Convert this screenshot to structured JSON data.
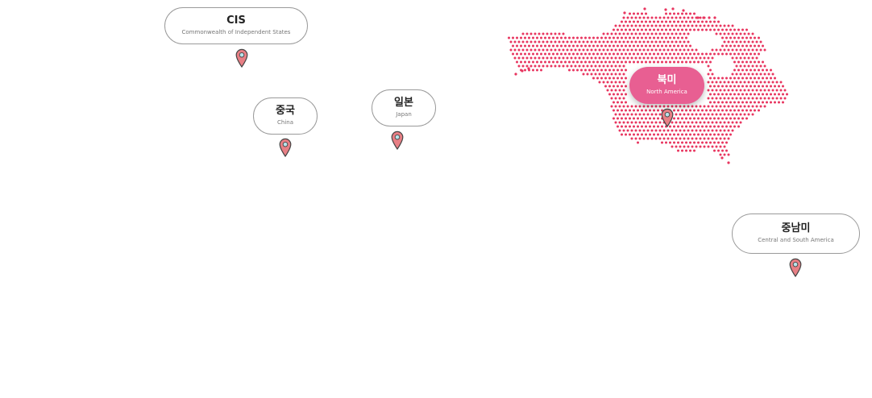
{
  "accent_color": "#e8355f",
  "pin_fill": "#e87f85",
  "pin_stroke": "#444444",
  "pin_center": "#b9e3ea",
  "active_bubble_color": "#e85f92",
  "regions": {
    "cis": {
      "name_ko": "CIS",
      "name_en": "Commonwealth of Independent States",
      "icon": "map-pin-icon"
    },
    "china": {
      "name_ko": "중국",
      "name_en": "China",
      "icon": "map-pin-icon"
    },
    "japan": {
      "name_ko": "일본",
      "name_en": "Japan",
      "icon": "map-pin-icon"
    },
    "north_america": {
      "name_ko": "북미",
      "name_en": "North America",
      "icon": "map-pin-icon",
      "active": true
    },
    "central_south_america": {
      "name_ko": "중남미",
      "name_en": "Central and South America",
      "icon": "map-pin-icon"
    }
  }
}
